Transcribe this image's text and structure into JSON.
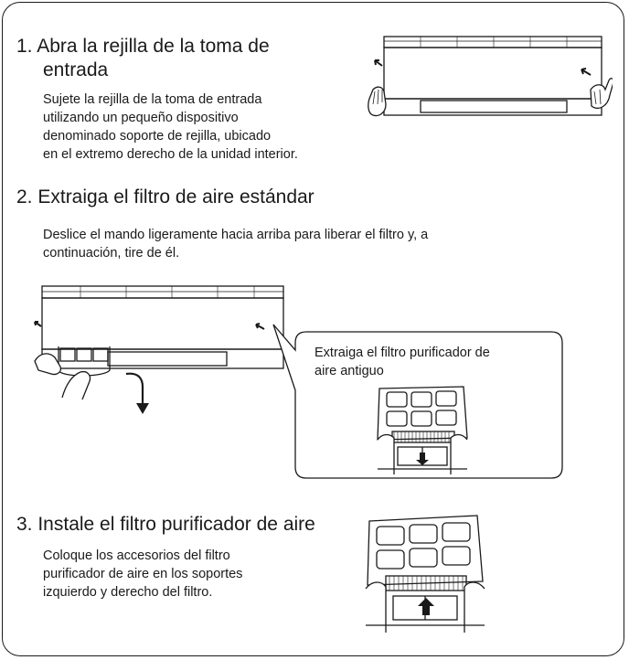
{
  "steps": [
    {
      "title_line1": "1. Abra la rejilla de la toma de",
      "title_line2": "entrada",
      "body": [
        "Sujete la rejilla de la toma de entrada",
        "utilizando un pequeño dispositivo",
        "denominado soporte de rejilla, ubicado",
        "en el extremo derecho de la unidad interior."
      ]
    },
    {
      "title": "2. Extraiga el filtro de aire estándar",
      "body": [
        "Deslice el mando ligeramente hacia arriba para liberar el filtro y, a",
        "continuación, tire de él."
      ],
      "callout": [
        "Extraiga el filtro purificador de",
        "aire antiguo"
      ]
    },
    {
      "title": "3. Instale el filtro purificador de aire",
      "body": [
        "Coloque los accesorios del filtro",
        "purificador de aire en los soportes",
        "izquierdo y derecho del filtro."
      ]
    }
  ],
  "colors": {
    "ink": "#1a1a1a",
    "frame": "#1a1a1a",
    "background": "#ffffff"
  }
}
